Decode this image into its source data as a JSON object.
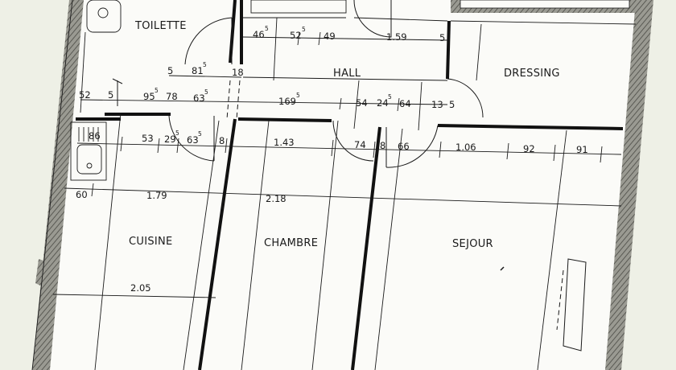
{
  "rooms": {
    "toilette": "TOILETTE",
    "hall": "HALL",
    "dressing": "DRESSING",
    "cuisine": "CUISINE",
    "chambre": "CHAMBRE",
    "sejour": "SEJOUR"
  },
  "dims": {
    "d_46": "46",
    "d_52top": "52",
    "d_49": "49",
    "d_159": "1.59",
    "d_5a": "5",
    "d_5b": "5",
    "d_81": "81",
    "d_18": "18",
    "d_52left": "52",
    "d_5c": "5",
    "d_95": "95",
    "d_78": "78",
    "d_63a": "63",
    "d_169": "169",
    "d_54": "54",
    "d_24": "24",
    "d_64": "64",
    "d_13": "13",
    "d_5d": "5",
    "d_86": "86",
    "d_53": "53",
    "d_29": "29",
    "d_63b": "63",
    "d_8": "8",
    "d_143": "1.43",
    "d_74": "74",
    "d_8b": "8",
    "d_66": "66",
    "d_106": "1.06",
    "d_92": "92",
    "d_91": "91",
    "d_60": "60",
    "d_179": "1.79",
    "d_218": "2.18",
    "d_205": "2.05"
  },
  "sups": {
    "s5": "5"
  }
}
